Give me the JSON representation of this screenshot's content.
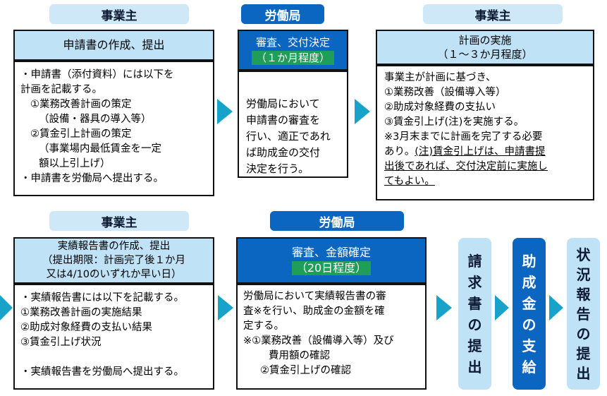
{
  "row1": {
    "tag1": "事業主",
    "tag2": "労働局",
    "tag3": "事業主",
    "box1": {
      "header": "申請書の作成、提出",
      "lines": [
        "・申請書（添付資料）には以下を",
        "計画を記載する。",
        "①業務改善計画の策定",
        "（設備・器具の導入等）",
        "②賃金引上計画の策定",
        "（事業場内最低賃金を一定",
        "額以上引上げ）",
        "・申請書を労働局へ提出する。"
      ]
    },
    "box2": {
      "header": "審査、交付決定",
      "header_hi": "（１か月程度）",
      "lines": [
        "労働局において",
        "申請書の審査を",
        "行い、適正であれ",
        "ば助成金の交付",
        "決定を行う。"
      ]
    },
    "box3": {
      "header": "計画の実施",
      "header_sub": "（１～３か月程度）",
      "lines": [
        "事業主が計画に基づき、",
        "①業務改善（設備導入等）",
        "②助成対象経費の支払い",
        "③賃金引上げ(注)を実施する。",
        "※3月末までに計画を完了する必要"
      ],
      "line_mixed_plain": "あり。",
      "line_mixed_ul": "(注)賃金引上げは、申請書提",
      "ul_lines": [
        "出後であれば、交付決定前に実施し",
        "てもよい。"
      ]
    }
  },
  "row2": {
    "tag1": "事業主",
    "tag2": "労働局",
    "box1": {
      "header": "実績報告書の作成、提出",
      "header_sub1": "（提出期限：計画完了後１か月",
      "header_sub2": "又は4/10のいずれか早い日）",
      "lines": [
        "・実績報告書には以下を記載する。",
        "①業務改善計画の実施結果",
        "②助成対象経費の支払い結果",
        "③賃金引上げ状況",
        "",
        "・実績報告書を労働局へ提出する。"
      ]
    },
    "box2": {
      "header": "審査、金額確定",
      "header_hi": "（20日程度）",
      "lines": [
        "労働局において実績報告書の審",
        "査※を行い、助成金の金額を確",
        "定する。",
        "※①業務改善（設備導入等）及び",
        "費用額の確認",
        "②賃金引上げの確認"
      ]
    },
    "col1": [
      "請",
      "求",
      "書",
      "の",
      "提",
      "出"
    ],
    "col2": [
      "助",
      "成",
      "金",
      "の",
      "支",
      "給"
    ],
    "col3": [
      "状",
      "況",
      "報",
      "告",
      "の",
      "提",
      "出"
    ]
  },
  "colors": {
    "light_blue": "#bfe2f7",
    "dark_blue": "#0a66c0",
    "green_highlight": "#1f9e5a",
    "arrow": "#17a3c9"
  }
}
